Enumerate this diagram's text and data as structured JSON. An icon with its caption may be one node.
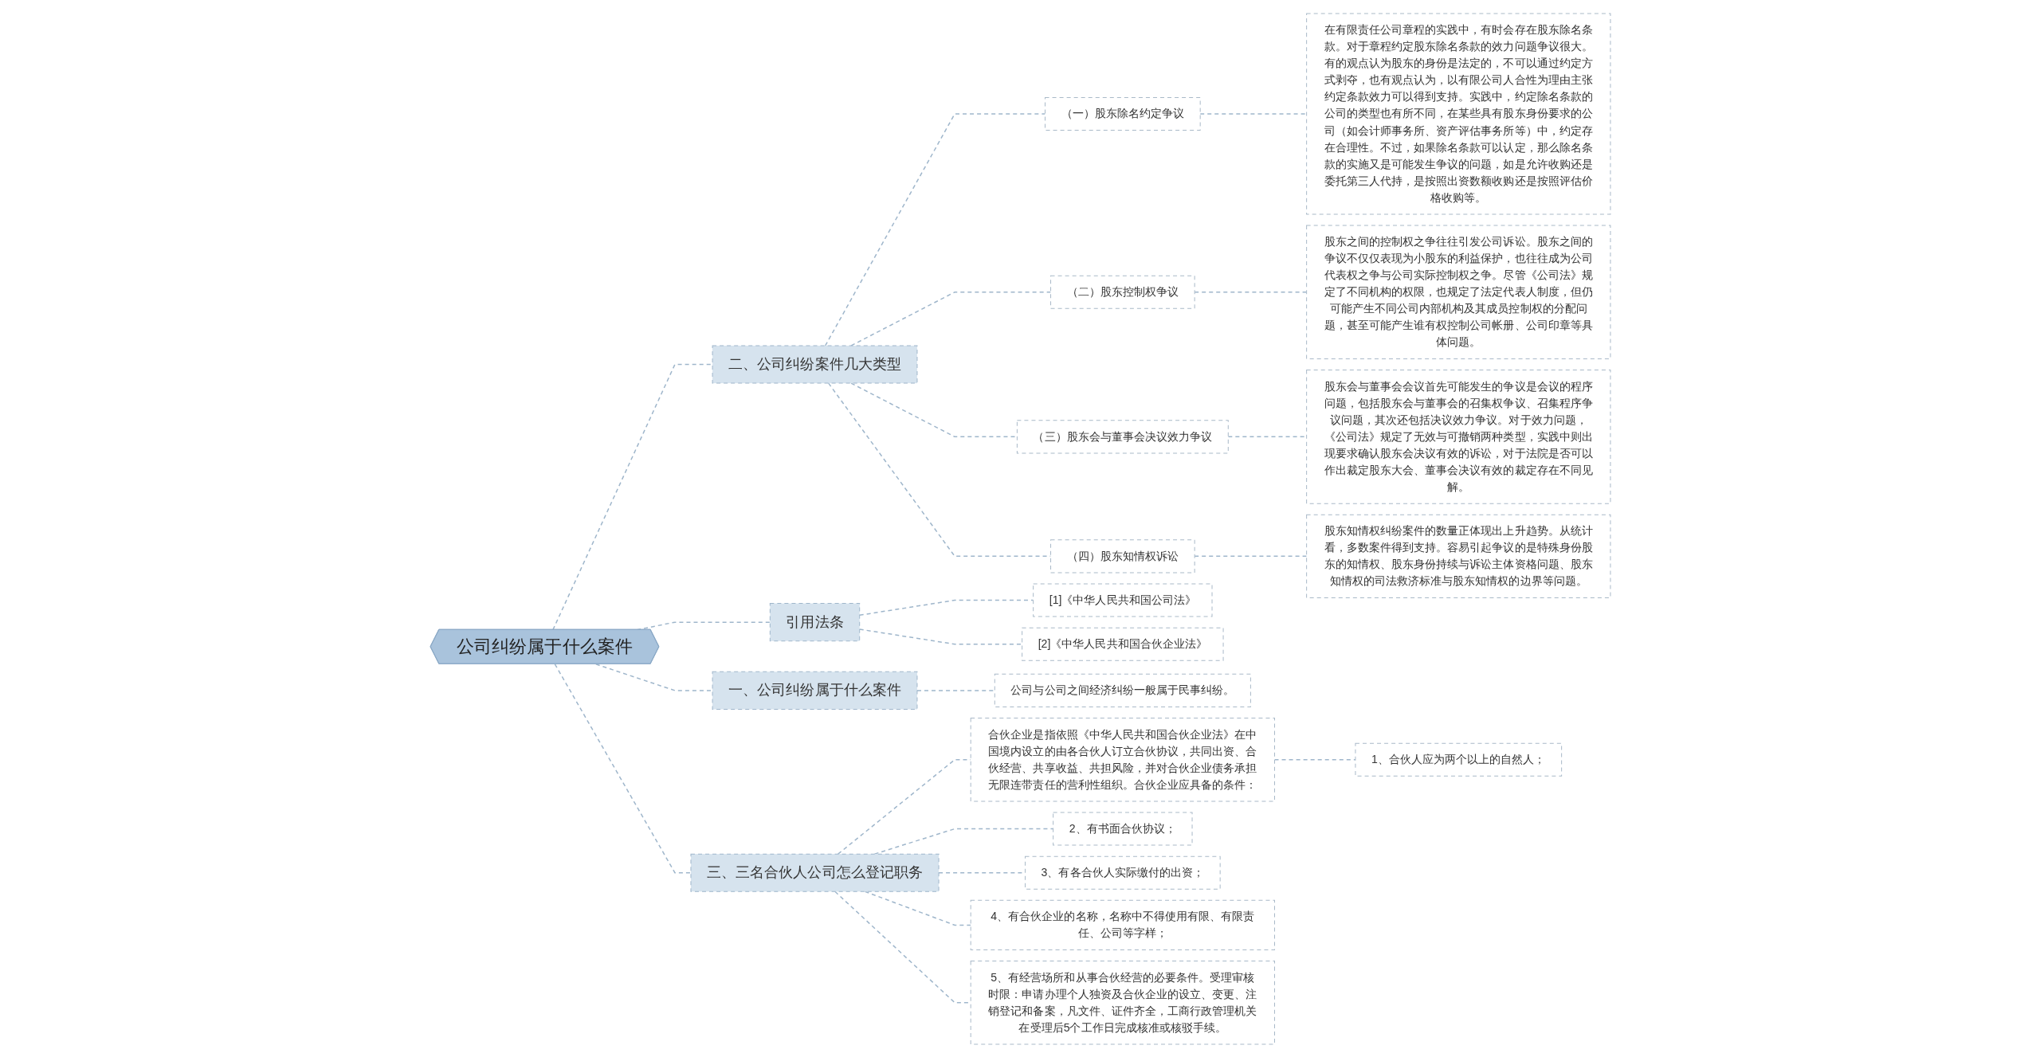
{
  "diagram": {
    "nodes": [
      {
        "text": [
          "公司纠纷属于什么案件"
        ]
      },
      {
        "text": [
          "二、公司纠纷案件几大类型"
        ]
      },
      {
        "text": [
          "（一）股东除名约定争议"
        ]
      },
      {
        "text": [
          "在有限责任公司章程的实践中，有时会存在股东除名条款。对于章程约定股东除名条款的效力问题争议很大。有的观点认为股东的身份是法定的，不可以通过约定方式剥夺，也有观点认为，以有限公司人合性为理由主张约定条款效力可以得到支持。实践中，约定除名条款的公司的类型也有所不同，在某些具有股东身份要求的公司（如会计师事务所、资产评估事务所等）中，约定存在合理性。不过，如果除名条款可以认定，那么除名条款的实施又是可能发生争议的问题，如是允许收购还是委托第三人代持，是按照出资数额收购还是按照评估价格收购等。"
        ]
      },
      {
        "text": [
          "（二）股东控制权争议"
        ]
      },
      {
        "text": [
          "股东之间的控制权之争往往引发公司诉讼。股东之间的争议不仅仅表现为小股东的利益保护，也往往成为公司代表权之争与公司实际控制权之争。尽管《公司法》规定了不同机构的权限，也规定了法定代表人制度，但仍可能产生不同公司内部机构及其成员控制权的分配问题，甚至可能产生谁有权控制公司帐册、公司印章等具体问题。"
        ]
      },
      {
        "text": [
          "（三）股东会与董事会决议效力争议"
        ]
      },
      {
        "text": [
          "股东会与董事会会议首先可能发生的争议是会议的程序问题，包括股东会与董事会的召集权争议、召集程序争议问题，其次还包括决议效力争议。对于效力问题，《公司法》规定了无效与可撤销两种类型，实践中则出现要求确认股东会决议有效的诉讼，对于法院是否可以作出裁定股东大会、董事会决议有效的裁定存在不同见解。"
        ]
      },
      {
        "text": [
          "（四）股东知情权诉讼"
        ]
      },
      {
        "text": [
          "股东知情权纠纷案件的数量正体现出上升趋势。从统计看，多数案件得到支持。容易引起争议的是特殊身份股东的知情权、股东身份持续与诉讼主体资格问题、股东知情权的司法救济标准与股东知情权的边界等问题。"
        ]
      },
      {
        "text": [
          "引用法条"
        ]
      },
      {
        "text": [
          "[1]《中华人民共和国公司法》"
        ]
      },
      {
        "text": [
          "[2]《中华人民共和国合伙企业法》"
        ]
      },
      {
        "text": [
          "一、公司纠纷属于什么案件"
        ]
      },
      {
        "text": [
          "公司与公司之间经济纠纷一般属于民事纠纷。"
        ]
      },
      {
        "text": [
          "三、三名合伙人公司怎么登记职务"
        ]
      },
      {
        "text": [
          "合伙企业是指依照《中华人民共和国合伙企业法》在中国境内设立的由各合伙人订立合伙协议，共同出资、合伙经营、共享收益、共担风险，并对合伙企业债务承担无限连带责任的营利性组织。合伙企业应具备的条件："
        ]
      },
      {
        "text": [
          "1、合伙人应为两个以上的自然人；"
        ]
      },
      {
        "text": [
          "2、有书面合伙协议；"
        ]
      },
      {
        "text": [
          "3、有各合伙人实际缴付的出资；"
        ]
      },
      {
        "text": [
          "4、有合伙企业的名称，名称中不得使用有限、有限责任、公司等字样；"
        ]
      },
      {
        "text": [
          "5、有经营场所和从事合伙经营的必要条件。受理审核时限：申请办理个人独资及合伙企业的设立、变更、注销登记和备案，凡文件、证件齐全，工商行政管理机关在受理后5个工作日完成核准或核驳手续。"
        ]
      }
    ],
    "edges": [
      {
        "from": 0,
        "to": 1,
        "arrow": "none",
        "style": "dashed"
      },
      {
        "from": 1,
        "to": 2,
        "arrow": "none",
        "style": "dashed"
      },
      {
        "from": 2,
        "to": 3,
        "arrow": "none",
        "style": "dashed"
      },
      {
        "from": 1,
        "to": 4,
        "arrow": "none",
        "style": "dashed"
      },
      {
        "from": 4,
        "to": 5,
        "arrow": "none",
        "style": "dashed"
      },
      {
        "from": 1,
        "to": 6,
        "arrow": "none",
        "style": "dashed"
      },
      {
        "from": 6,
        "to": 7,
        "arrow": "none",
        "style": "dashed"
      },
      {
        "from": 1,
        "to": 8,
        "arrow": "none",
        "style": "dashed"
      },
      {
        "from": 8,
        "to": 9,
        "arrow": "none",
        "style": "dashed"
      },
      {
        "from": 0,
        "to": 10,
        "arrow": "none",
        "style": "dashed"
      },
      {
        "from": 10,
        "to": 11,
        "arrow": "none",
        "style": "dashed"
      },
      {
        "from": 10,
        "to": 12,
        "arrow": "none",
        "style": "dashed"
      },
      {
        "from": 0,
        "to": 13,
        "arrow": "none",
        "style": "dashed"
      },
      {
        "from": 13,
        "to": 14,
        "arrow": "none",
        "style": "dashed"
      },
      {
        "from": 0,
        "to": 15,
        "arrow": "none",
        "style": "dashed"
      },
      {
        "from": 15,
        "to": 16,
        "arrow": "none",
        "style": "dashed"
      },
      {
        "from": 16,
        "to": 17,
        "arrow": "none",
        "style": "dashed"
      },
      {
        "from": 15,
        "to": 18,
        "arrow": "none",
        "style": "dashed"
      },
      {
        "from": 15,
        "to": 19,
        "arrow": "none",
        "style": "dashed"
      },
      {
        "from": 15,
        "to": 20,
        "arrow": "none",
        "style": "dashed"
      },
      {
        "from": 15,
        "to": 21,
        "arrow": "none",
        "style": "dashed"
      }
    ]
  }
}
